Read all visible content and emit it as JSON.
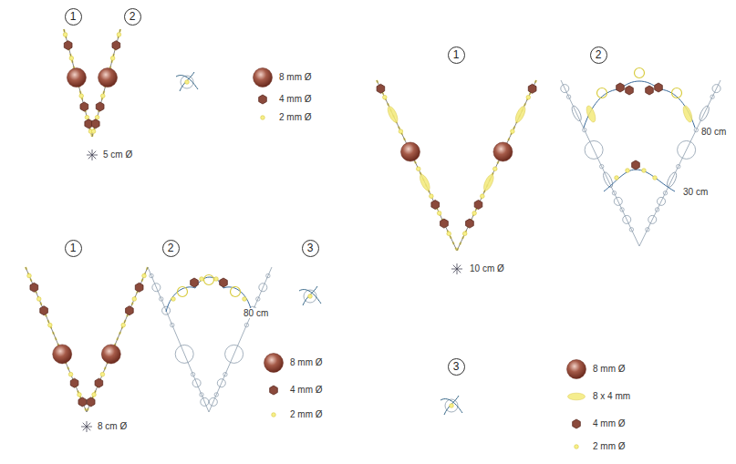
{
  "diagram": {
    "nodes": [
      {
        "text": [
          "1"
        ]
      },
      {
        "text": [
          "2"
        ]
      },
      {
        "text": [
          "1"
        ]
      },
      {
        "text": [
          "2"
        ]
      },
      {
        "text": [
          "1"
        ]
      },
      {
        "text": [
          "2"
        ]
      },
      {
        "text": [
          "3"
        ]
      },
      {
        "text": [
          "3"
        ]
      }
    ],
    "labels": [
      "5 cm Ø",
      "8 cm Ø",
      "10 cm Ø",
      "80 cm",
      "80 cm",
      "30 cm"
    ],
    "legend": [
      {
        "text": "8 mm Ø"
      },
      {
        "text": "4 mm Ø"
      },
      {
        "text": "2 mm Ø"
      },
      {
        "text": "8 mm Ø"
      },
      {
        "text": "4 mm Ø"
      },
      {
        "text": "2 mm Ø"
      },
      {
        "text": "8 mm Ø"
      },
      {
        "text": "8 x 4 mm"
      },
      {
        "text": "4 mm Ø"
      },
      {
        "text": "2 mm Ø"
      }
    ]
  }
}
